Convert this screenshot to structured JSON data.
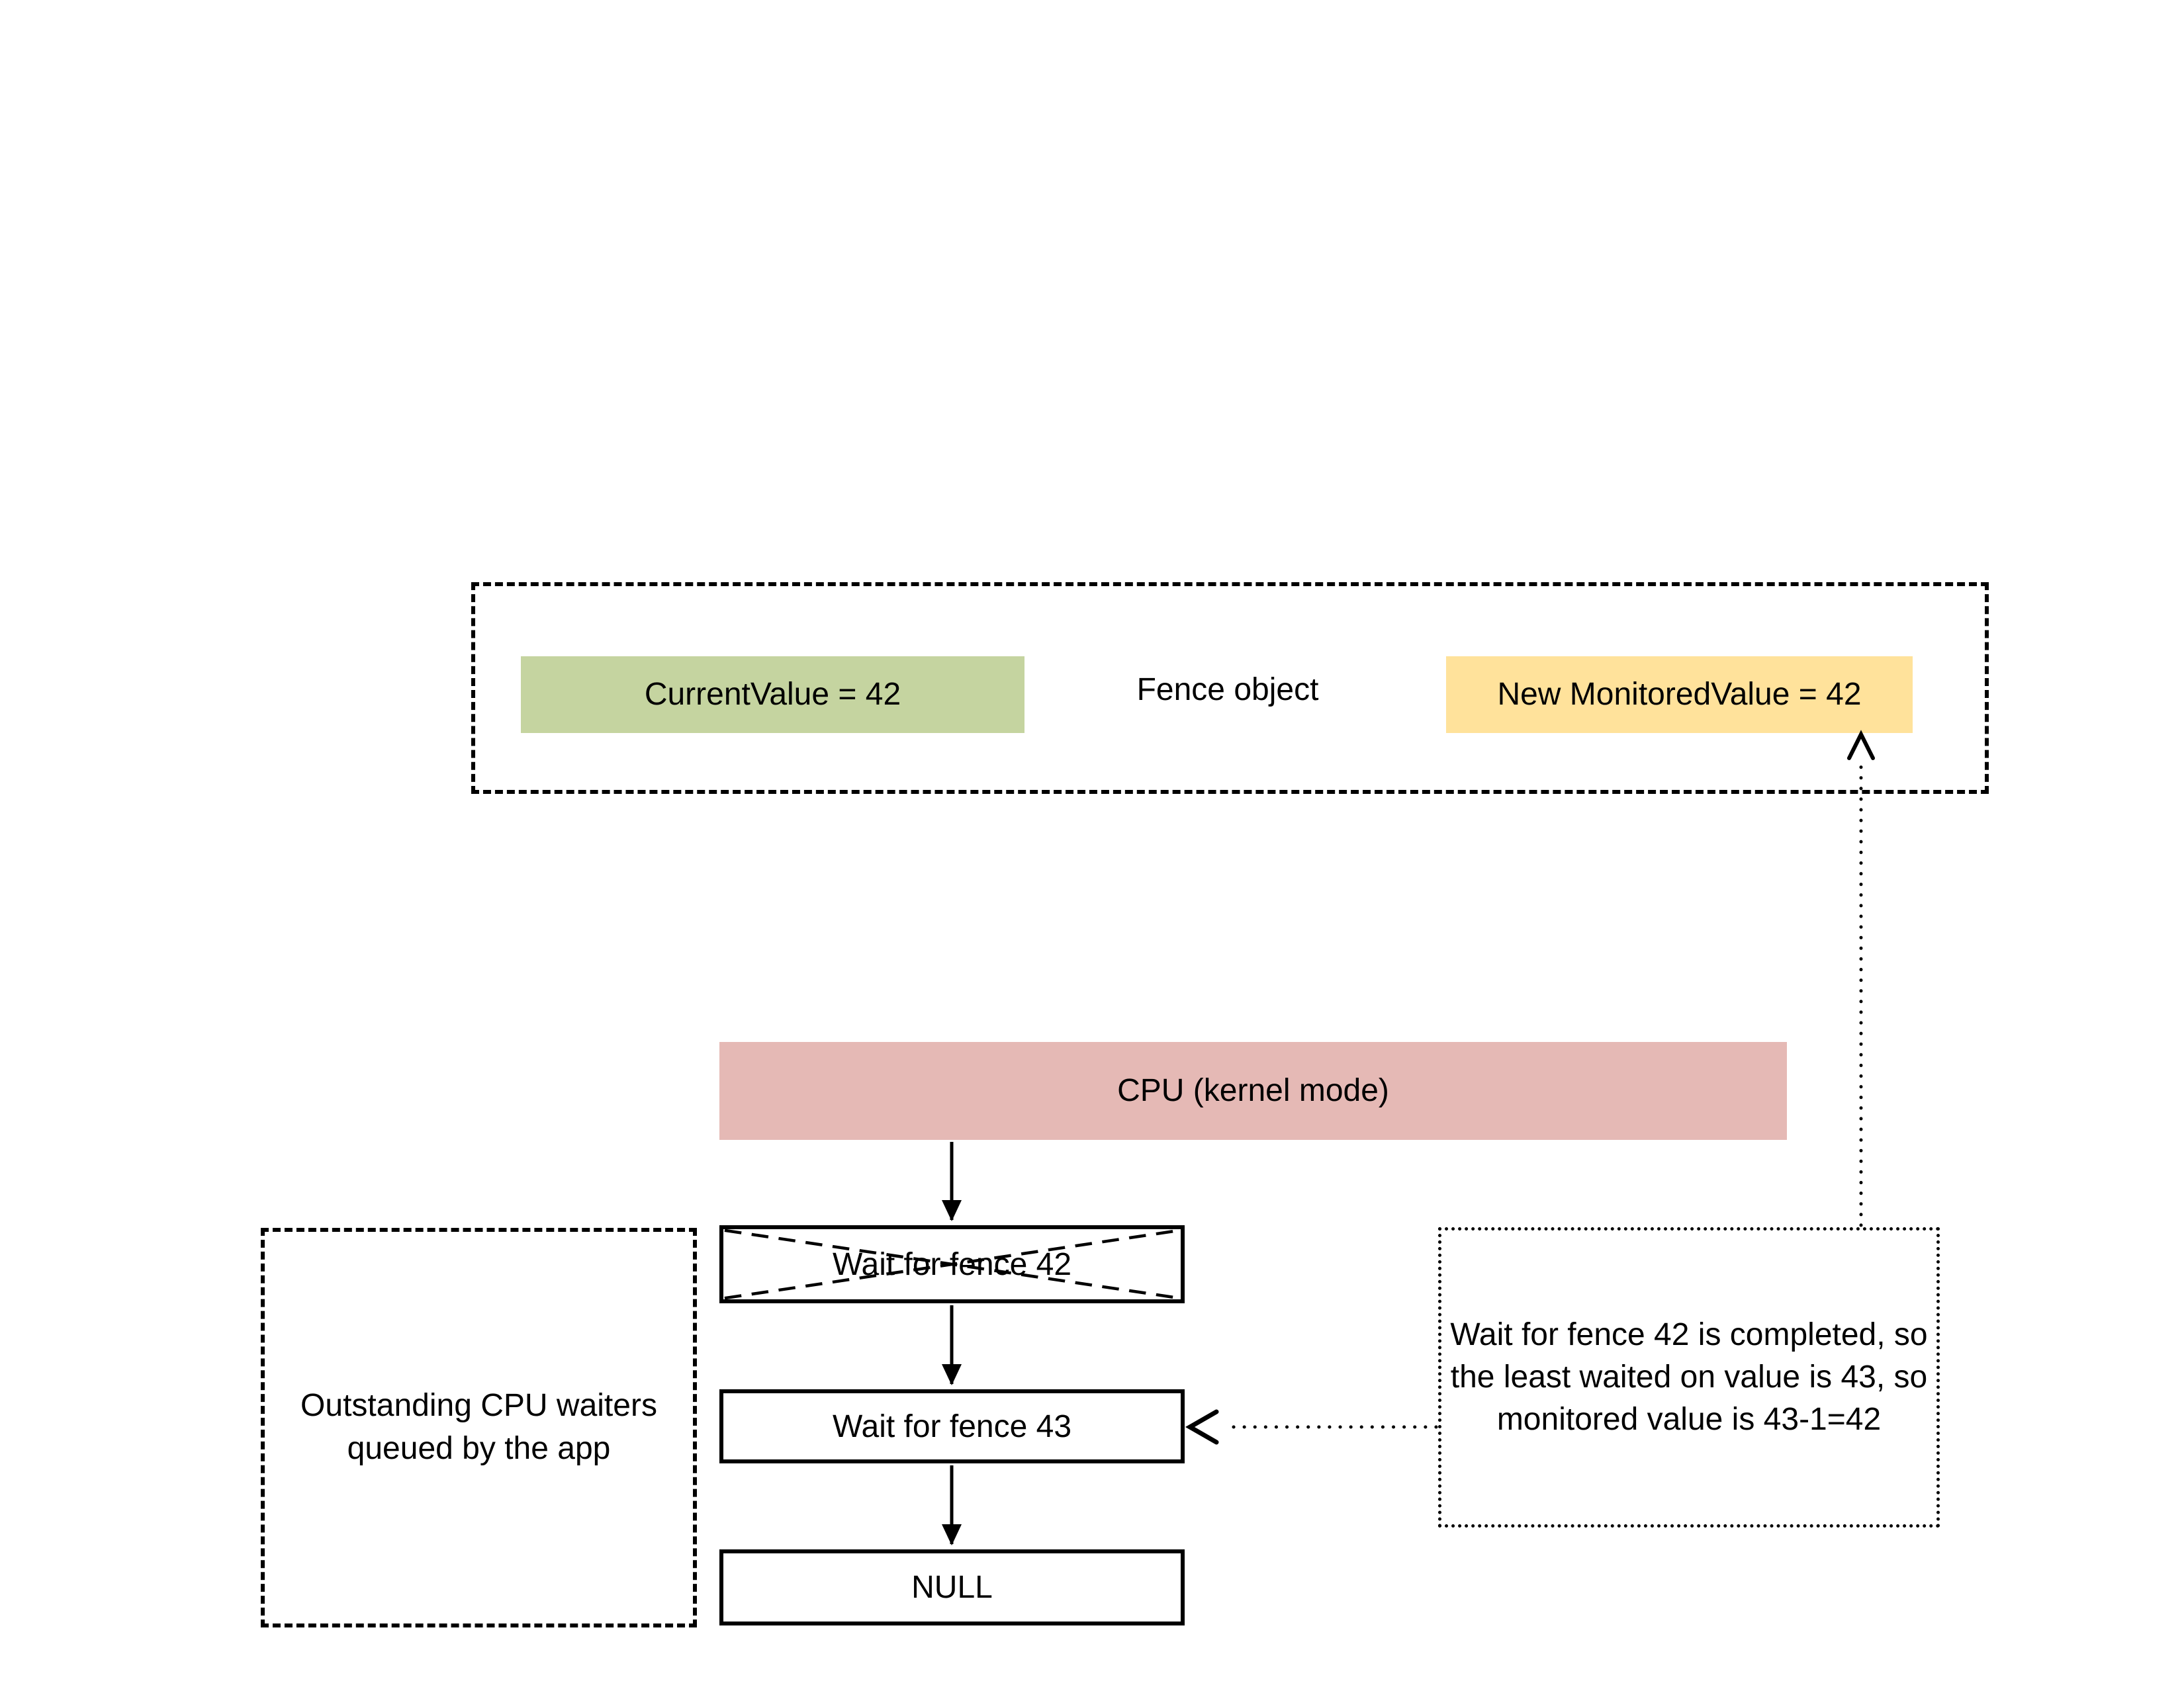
{
  "fence": {
    "label": "Fence object",
    "current_value": "CurrentValue = 42",
    "monitored_value": "New MonitoredValue = 42",
    "current_value_color": "#C5D4A0",
    "monitored_value_color": "#FFE29B"
  },
  "cpu": {
    "label": "CPU (kernel mode)",
    "color": "#E5B9B5"
  },
  "queue": {
    "wait42": "Wait for fence 42",
    "wait43": "Wait for fence 43",
    "null_item": "NULL",
    "container_label": "Outstanding CPU waiters\nqueued by the app"
  },
  "note": {
    "text": "Wait for fence 42 is completed, so\nthe least waited on value is 43, so\nmonitored value is 43-1=42"
  }
}
